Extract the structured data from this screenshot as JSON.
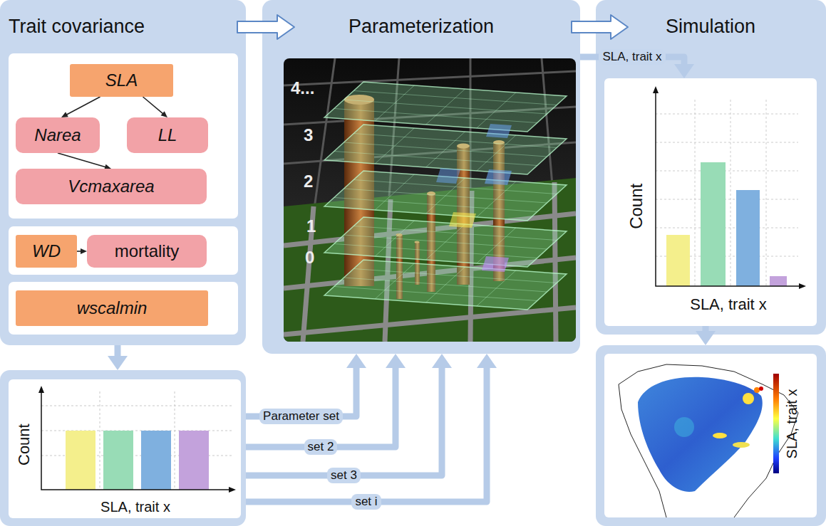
{
  "diagram": {
    "nodes": [
      {
        "text": [
          "Trait covariance"
        ]
      },
      {
        "text": [
          "SLA"
        ],
        "in": 0
      },
      {
        "text": [
          "Narea"
        ],
        "in": 0
      },
      {
        "text": [
          "LL"
        ],
        "in": 0
      },
      {
        "text": [
          "Vcmaxarea"
        ],
        "in": 0
      },
      {
        "text": [
          "WD"
        ],
        "in": 0
      },
      {
        "text": [
          "mortality"
        ],
        "in": 0
      },
      {
        "text": [
          "wscalmin"
        ],
        "in": 0
      },
      {
        "text": [
          "Parameterization"
        ]
      },
      {
        "text": [
          "Simulation"
        ]
      },
      {
        "text": [
          "Count",
          "SLA, trait x"
        ]
      },
      {
        "text": [
          "Count",
          "SLA, trait x"
        ],
        "in": 9
      },
      {
        "text": [
          "SLA, trait x"
        ]
      }
    ],
    "edges": [
      {
        "from": 1,
        "to": 2,
        "arrow": "to"
      },
      {
        "from": 1,
        "to": 3,
        "arrow": "to"
      },
      {
        "from": 2,
        "to": 4,
        "arrow": "to"
      },
      {
        "from": 5,
        "to": 6,
        "arrow": "to"
      },
      {
        "from": 0,
        "to": 8,
        "arrow": "to"
      },
      {
        "from": 8,
        "to": 9,
        "arrow": "to"
      },
      {
        "from": 0,
        "to": 10,
        "arrow": "to"
      },
      {
        "from": 10,
        "to": 8,
        "label": "Parameter set",
        "arrow": "to"
      },
      {
        "from": 10,
        "to": 8,
        "label": "set 2",
        "arrow": "to"
      },
      {
        "from": 10,
        "to": 8,
        "label": "set 3",
        "arrow": "to"
      },
      {
        "from": 10,
        "to": 8,
        "label": "set i",
        "arrow": "to"
      },
      {
        "from": 8,
        "to": 11,
        "label": "SLA, trait x",
        "arrow": "to"
      },
      {
        "from": 11,
        "to": 12,
        "arrow": "to"
      }
    ],
    "labels": [
      "4...",
      "3",
      "2",
      "1",
      "0"
    ]
  }
}
